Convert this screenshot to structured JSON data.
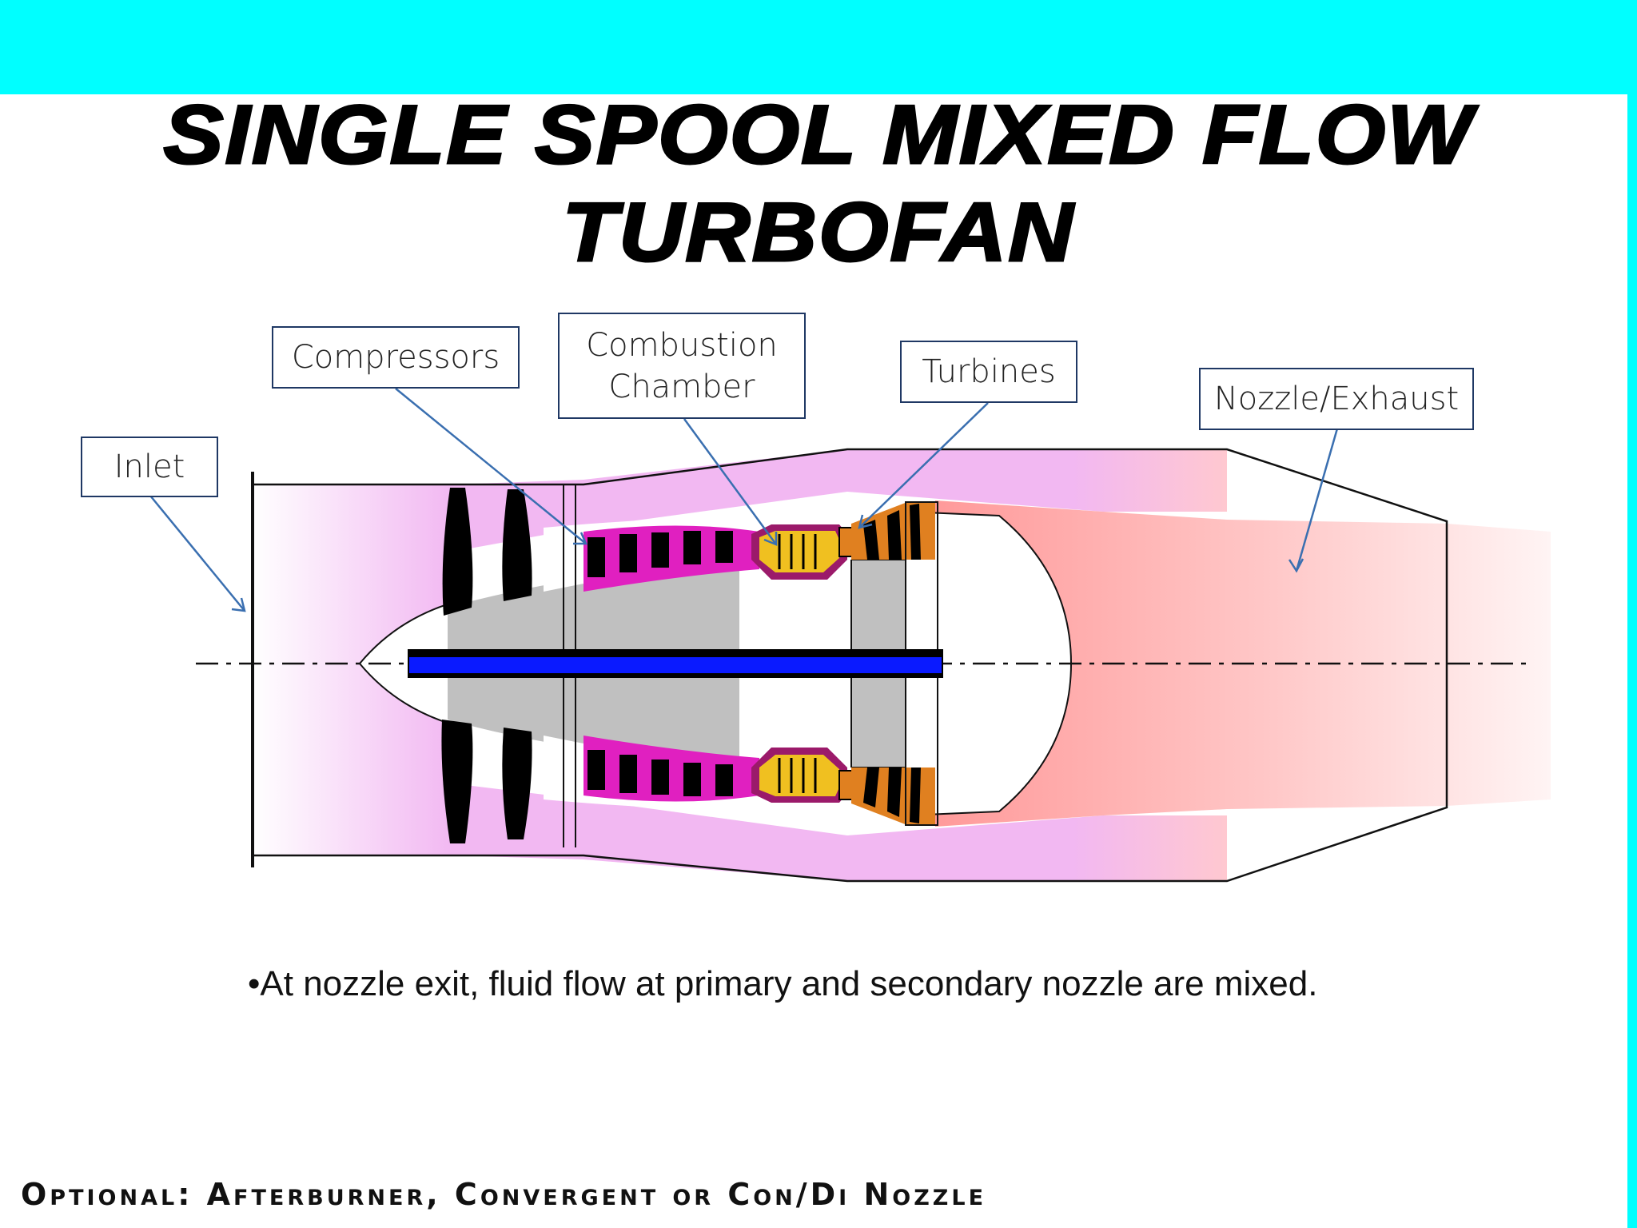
{
  "colors": {
    "banner": "#00ffff",
    "fan_duct": "#f2b8f2",
    "exhaust": "#ff9a9a",
    "shaft": "#0a1aff",
    "compressor_stage": "#e020c0",
    "combustor": "#f0c020",
    "turbine": "#e08020",
    "core": "#c0c0c0",
    "label_border": "#1f3864",
    "arrow": "#3a6fb0"
  },
  "title": {
    "line1": "SINGLE SPOOL MIXED FLOW",
    "line2": "TURBOFAN"
  },
  "labels": {
    "inlet": "Inlet",
    "compressors": "Compressors",
    "combustion_line1": "Combustion",
    "combustion_line2": "Chamber",
    "turbines": "Turbines",
    "nozzle": "Nozzle/Exhaust"
  },
  "bullet": "•At nozzle exit, fluid flow at primary and secondary nozzle are mixed.",
  "footer": "Optional: Afterburner, Convergent or Con/Di Nozzle"
}
